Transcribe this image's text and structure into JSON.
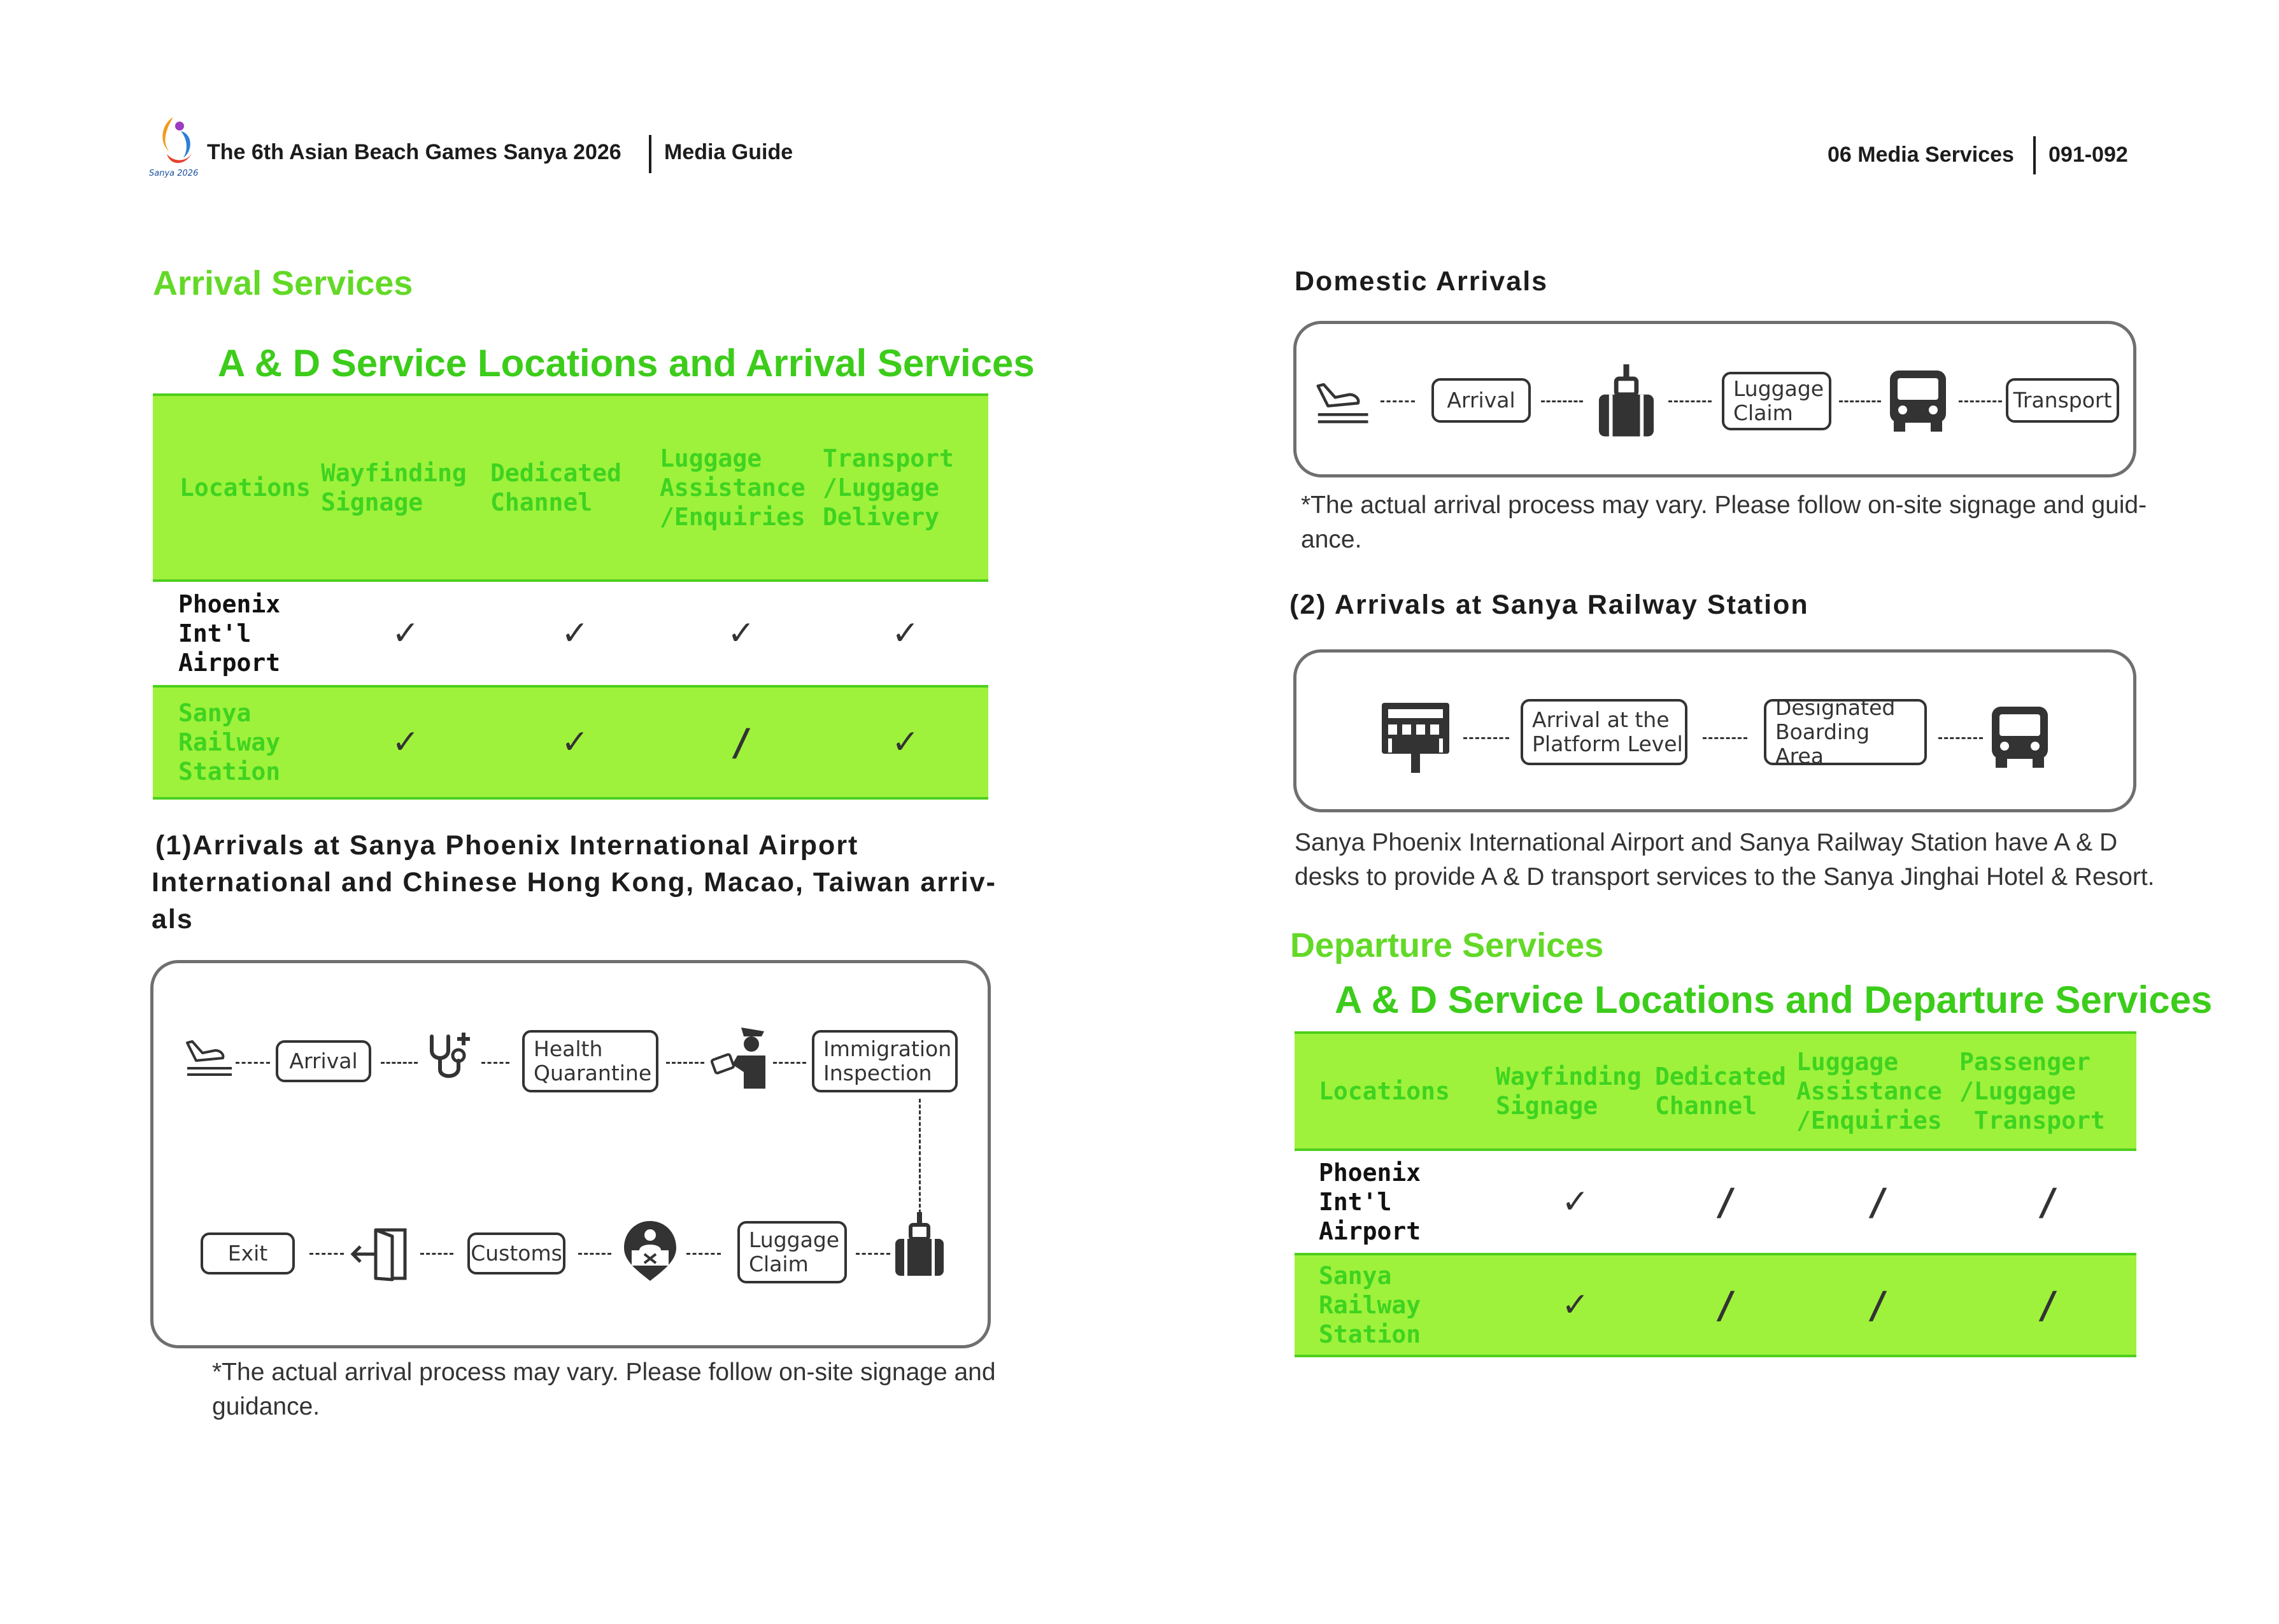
{
  "header": {
    "title": "The 6th Asian Beach Games Sanya 2026",
    "guide": "Media Guide",
    "logo_text": "Sanya 2026",
    "section": "06 Media Services",
    "pages": "091-092"
  },
  "left": {
    "section_title": "Arrival Services",
    "table_title": "A & D Service Locations and Arrival Services",
    "arrival_table": {
      "headers": [
        "Locations",
        "Wayfinding\nSignage",
        "Dedicated\nChannel",
        "Luggage\nAssistance\n/Enquiries",
        "Transport\n/Luggage\nDelivery"
      ],
      "rows": [
        {
          "location": "Phoenix\nInt'l\nAirport",
          "marks": [
            "✓",
            "✓",
            "✓",
            "✓"
          ]
        },
        {
          "location": "Sanya\nRailway\nStation",
          "marks": [
            "✓",
            "✓",
            "/",
            "✓"
          ]
        }
      ]
    },
    "airport_heading_1": "(1)Arrivals at Sanya Phoenix International Airport",
    "airport_heading_2": "International and Chinese Hong Kong, Macao, Taiwan arriv-",
    "airport_heading_3": "als",
    "intl_flow": {
      "arrival": "Arrival",
      "health": "Health\nQuarantine",
      "immigration": "Immigration\nInspection",
      "luggage": "Luggage\nClaim",
      "customs": "Customs",
      "exit": "Exit"
    },
    "note_1": "*The actual arrival process may vary. Please follow on-site signage and",
    "note_2": "guidance."
  },
  "right": {
    "domestic_heading": "Domestic Arrivals",
    "domestic_flow": {
      "arrival": "Arrival",
      "luggage": "Luggage\nClaim",
      "transport": "Transport"
    },
    "domestic_note_1": "*The actual arrival process may vary. Please   follow on-site signage and guid-",
    "domestic_note_2": "ance.",
    "railway_heading": "(2) Arrivals at Sanya Railway Station",
    "railway_flow": {
      "platform": "Arrival at the\nPlatform Level",
      "boarding": "Designated\nBoarding Area"
    },
    "desk_text_1": "Sanya Phoenix International Airport and Sanya Railway Station have A & D",
    "desk_text_2": "desks to provide A & D transport services to the Sanya Jinghai Hotel & Resort.",
    "section_title": "Departure Services",
    "table_title": "A & D Service Locations and Departure Services",
    "departure_table": {
      "headers": [
        "Locations",
        "Wayfinding\nSignage",
        "Dedicated\nChannel",
        "Luggage\nAssistance\n/Enquiries",
        "Passenger\n/Luggage\n Transport"
      ],
      "rows": [
        {
          "location": "Phoenix\nInt'l\nAirport",
          "marks": [
            "✓",
            "/",
            "/",
            "/"
          ]
        },
        {
          "location": "Sanya\nRailway\nStation",
          "marks": [
            "✓",
            "/",
            "/",
            "/"
          ]
        }
      ]
    }
  },
  "colors": {
    "accent_green": "#63d927",
    "table_green": "#9ef23b",
    "title_green": "#3ccc1a",
    "icon_dark": "#333333"
  },
  "icons": [
    "games-logo",
    "plane-landing-icon",
    "stethoscope-icon",
    "officer-icon",
    "luggage-icon",
    "customs-icon",
    "exit-door-icon",
    "bus-icon",
    "railway-station-icon"
  ]
}
